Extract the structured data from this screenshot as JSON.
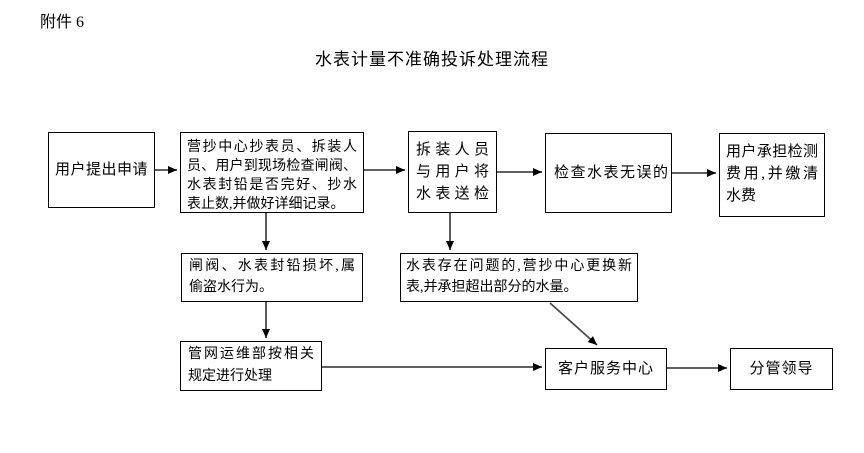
{
  "page": {
    "attachment_label": "附件 6",
    "title": "水表计量不准确投诉处理流程"
  },
  "boxes": {
    "user_apply": {
      "text": "用户提出申请"
    },
    "onsite_check": {
      "lines": [
        "营抄中心抄表员、拆装人",
        "员、用户到现场检查闸阀、",
        "水表封铅是否完好、抄水",
        "表止数,并做好详细记录。"
      ]
    },
    "send_inspection": {
      "lines": [
        "拆装人员",
        "与用户将",
        "水表送检"
      ]
    },
    "check_ok": {
      "text": "检查水表无误的"
    },
    "user_pay": {
      "lines": [
        "用户承担检测",
        "费用,并缴清",
        "水费"
      ]
    },
    "seal_damaged": {
      "lines": [
        "闸阀、水表封铅损坏,属",
        "偷盗水行为。"
      ]
    },
    "meter_problem": {
      "lines": [
        "水表存在问题的,营抄中心更换新",
        "表,并承担超出部分的水量。"
      ]
    },
    "pipeline_dept": {
      "lines": [
        "管网运维部按相关",
        "规定进行处理"
      ]
    },
    "customer_service": {
      "text": "客户服务中心"
    },
    "leader": {
      "text": "分管领导"
    }
  },
  "flow": [
    {
      "from": "user_apply",
      "to": "onsite_check"
    },
    {
      "from": "onsite_check",
      "to": "send_inspection"
    },
    {
      "from": "send_inspection",
      "to": "check_ok"
    },
    {
      "from": "check_ok",
      "to": "user_pay"
    },
    {
      "from": "onsite_check",
      "to": "seal_damaged"
    },
    {
      "from": "seal_damaged",
      "to": "pipeline_dept"
    },
    {
      "from": "send_inspection",
      "to": "meter_problem"
    },
    {
      "from": "pipeline_dept",
      "to": "customer_service"
    },
    {
      "from": "meter_problem",
      "to": "customer_service"
    },
    {
      "from": "customer_service",
      "to": "leader"
    }
  ],
  "colors": {
    "background": "#ffffff",
    "border": "#000000",
    "text": "#000000",
    "line": "#4a4a4a",
    "arrowhead": "#000000"
  }
}
